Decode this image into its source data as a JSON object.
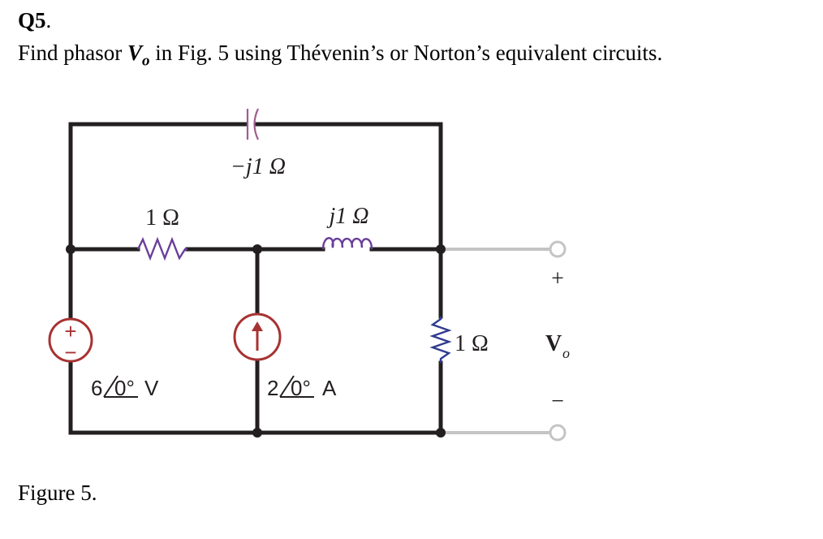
{
  "question": {
    "number": "Q5",
    "number_suffix": ".",
    "text_before": "Find phasor ",
    "vo_main": "V",
    "vo_sub": "o",
    "text_after": " in Fig. 5 using Thévenin’s or Norton’s equivalent circuits."
  },
  "figure_caption": "Figure 5.",
  "circuit": {
    "capacitor_label": "−j1 Ω",
    "resistor_left_label": "1 Ω",
    "inductor_label": "j1 Ω",
    "voltage_source_value": "6",
    "voltage_source_angle": "0°",
    "voltage_source_unit": "V",
    "current_source_value": "2",
    "current_source_angle": "0°",
    "current_source_unit": "A",
    "resistor_right_label": "1 Ω",
    "output_plus": "+",
    "output_minus": "−",
    "output_label_main": "V",
    "output_label_sub": "o",
    "source_plus": "+",
    "source_minus": "−",
    "colors": {
      "wire": "#231f20",
      "capacitor": "#a05c8c",
      "resistor": "#6a3f9a",
      "inductor": "#6a3f9a",
      "right_resistor": "#2f3b8f",
      "source": "#a83232",
      "terminal_lead": "#c4c4c4"
    }
  }
}
